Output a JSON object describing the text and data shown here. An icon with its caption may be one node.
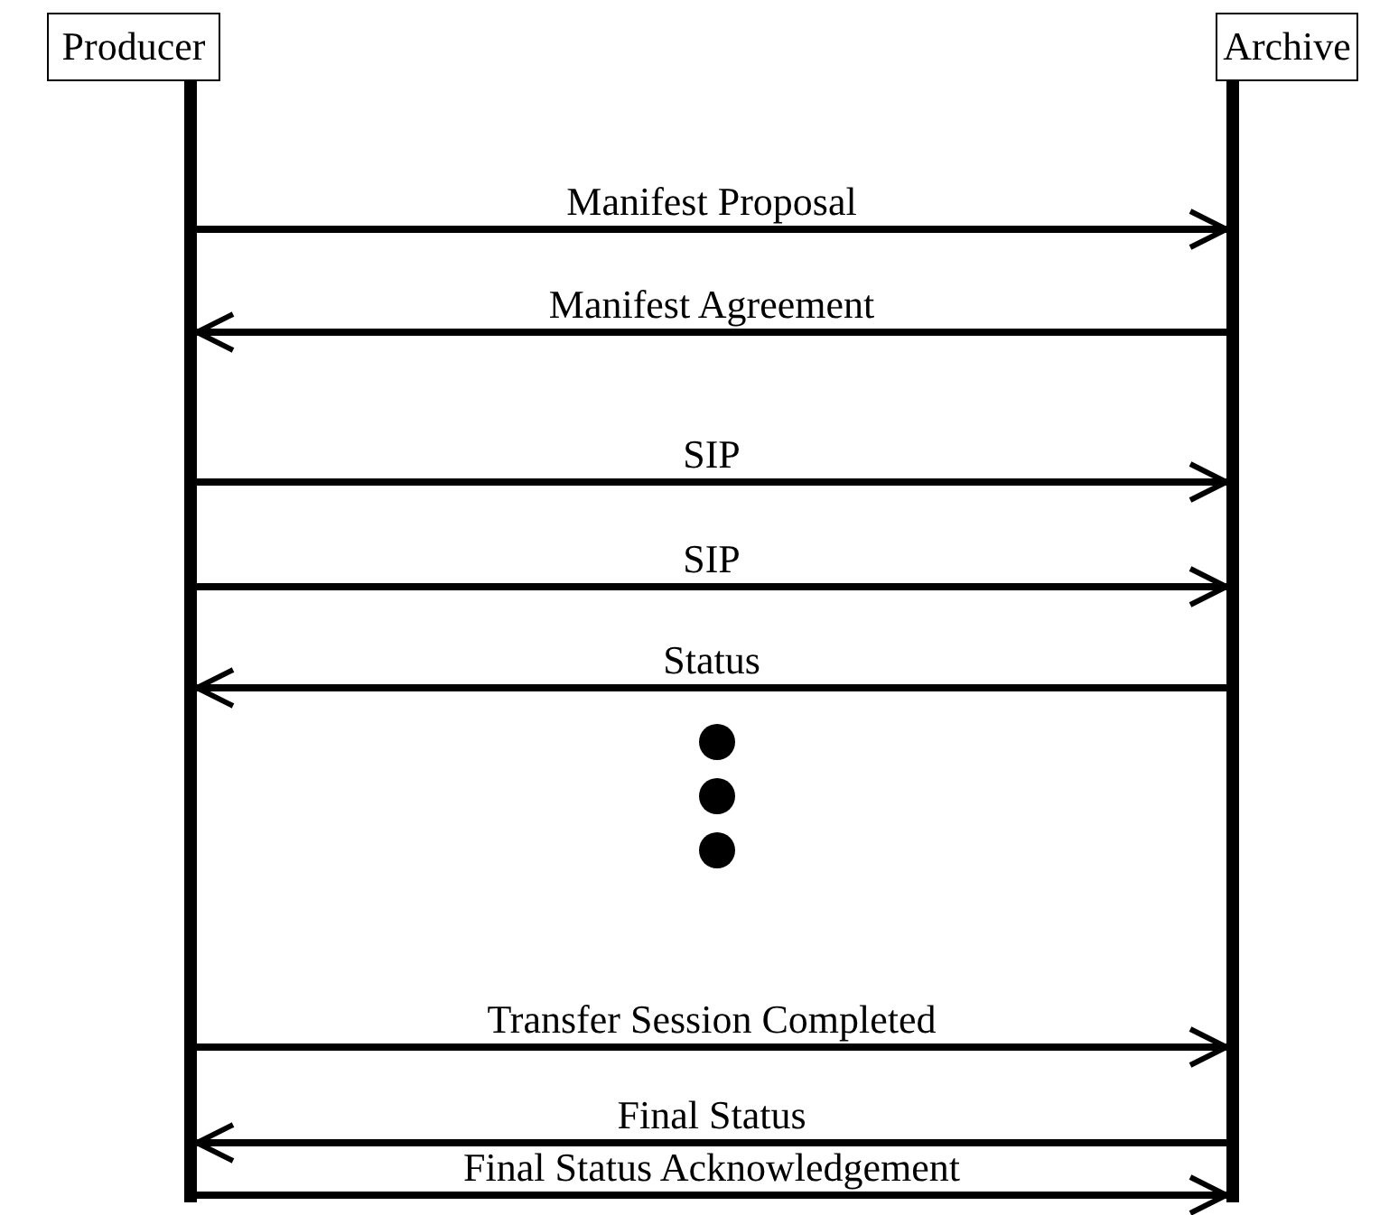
{
  "diagram": {
    "nodes": [
      {
        "text": [
          "Producer"
        ]
      },
      {
        "text": [
          "Archive"
        ]
      },
      {
        "text": [],
        "shape": "bar"
      },
      {
        "text": [],
        "shape": "bar"
      }
    ],
    "edges": [
      {
        "from": 2,
        "to": 3,
        "arrow": "to",
        "label": "Manifest Proposal"
      },
      {
        "from": 3,
        "to": 2,
        "arrow": "to",
        "label": "Manifest Agreement"
      },
      {
        "from": 2,
        "to": 3,
        "arrow": "to",
        "label": "SIP"
      },
      {
        "from": 2,
        "to": 3,
        "arrow": "to",
        "label": "SIP"
      },
      {
        "from": 3,
        "to": 2,
        "arrow": "to",
        "label": "Status"
      },
      {
        "from": 2,
        "to": 3,
        "arrow": "to",
        "label": "Transfer Session Completed"
      },
      {
        "from": 3,
        "to": 2,
        "arrow": "to",
        "label": "Final Status"
      },
      {
        "from": 2,
        "to": 3,
        "arrow": "to",
        "label": "Final Status Acknowledgement"
      }
    ]
  }
}
